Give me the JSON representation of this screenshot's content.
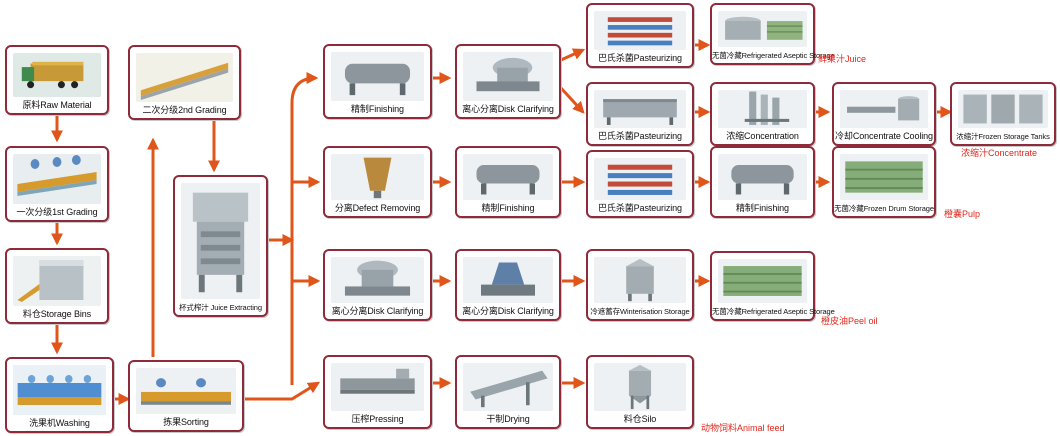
{
  "colors": {
    "arrow": "#e0561a",
    "box_border": "#8e2a3a",
    "output_text": "#e1261c"
  },
  "steps": {
    "raw_material": "原料Raw Material",
    "first_grading": "一次分级1st Grading",
    "storage_bins": "料仓Storage Bins",
    "washing": "洗果机Washing",
    "second_grading": "二次分级2nd Grading",
    "juice_extracting": "杯式榨汁 Juice Extracting",
    "sorting": "拣果Sorting",
    "finishing_1": "精制Finishing",
    "disk_clarifying_1": "离心分离Disk Clarifying",
    "pasteurizing_1": "巴氏杀菌Pasteurizing",
    "refrigerated_aseptic_storage_1": "无菌冷藏Refrigerated Aseptic Storage",
    "pasteurizing_2": "巴氏杀菌Pasteurizing",
    "concentration": "浓缩Concentration",
    "concentrate_cooling": "冷却Concentrate Cooling",
    "frozen_storage_tanks": "浓缩汁Frozen Storage Tanks",
    "defect_removing": "分离Defect Removing",
    "finishing_2": "精制Finishing",
    "pasteurizing_3": "巴氏杀菌Pasteurizing",
    "finishing_3": "精制Finishing",
    "frozen_drum_storage": "无菌冷藏Frozen Drum Storage",
    "disk_clarifying_2": "离心分离Disk Clarifying",
    "disk_clarifying_3": "离心分离Disk Clarifying",
    "winterisation_storage": "冷遮蓄存Winterisation Storage",
    "refrigerated_aseptic_storage_2": "无菌冷藏Refrigerated Aseptic Storage",
    "pressing": "压榨Pressing",
    "drying": "干制Drying",
    "silo": "料仓Silo"
  },
  "outputs": {
    "juice": "鲜果汁Juice",
    "concentrate": "浓缩汁Concentrate",
    "pulp": "橙囊Pulp",
    "peel_oil": "橙皮油Peel oil",
    "animal_feed": "动物饲料Animal feed"
  }
}
